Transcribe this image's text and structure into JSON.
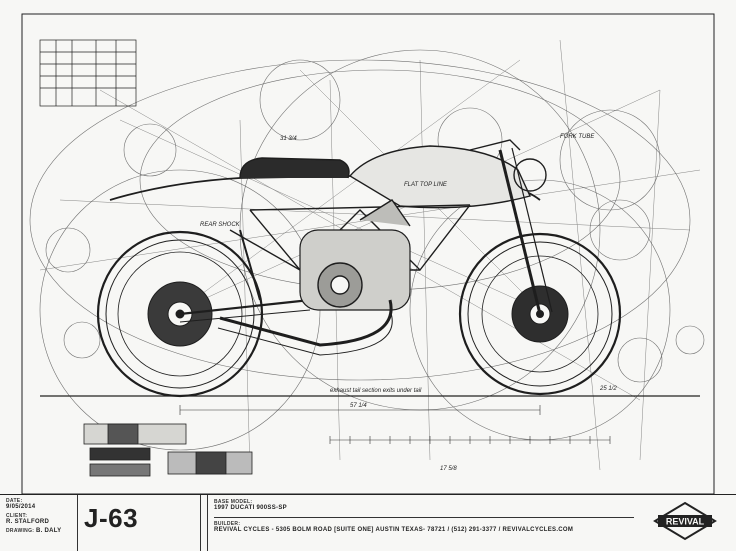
{
  "titleblock": {
    "date_label": "DATE:",
    "date": "9/05/2014",
    "client_label": "CLIENT:",
    "client": "R. STALFORD",
    "drawing_label": "DRAWING:",
    "drawing_by": "B. DALY",
    "job_number": "J-63",
    "base_model_label": "BASE MODEL:",
    "base_model": "1997 DUCATI 900SS-SP",
    "builder_label": "BUILDER:",
    "builder": "REVIVAL CYCLES - 5305 BOLM ROAD [SUITE ONE] AUSTIN TEXAS- 78721 / (512) 291-3377 / REVIVALCYCLES.COM",
    "logo_text": "REVIVAL"
  },
  "annotations": {
    "tank_note": "FLAT TOP LINE",
    "pipe_note": "exhaust tail section exits under tail",
    "shock_note": "REAR SHOCK",
    "fork_note": "FORK TUBE",
    "dim_1": "57 1/4",
    "dim_2": "25 1/2",
    "dim_3": "31 3/4",
    "dim_4": "17 5/8"
  },
  "colors": {
    "ink": "#1e1e1e",
    "paper": "#f7f7f5"
  }
}
